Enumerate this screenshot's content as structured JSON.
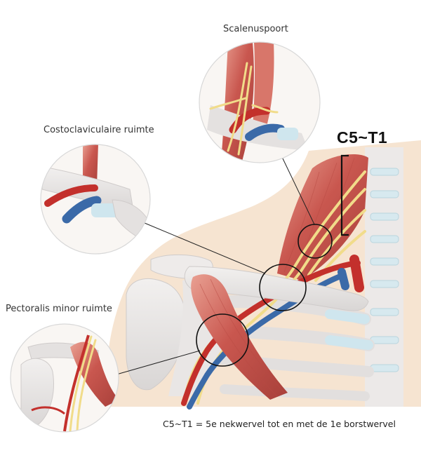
{
  "labels": {
    "scalenus": "Scalenuspoort",
    "costoclavicular": "Costoclaviculaire ruimte",
    "pectoralis": "Pectoralis minor ruimte",
    "vertebra_range": "C5~T1",
    "caption": "C5~T1 = 5e nekwervel tot en met de 1e borstwervel"
  },
  "colors": {
    "muscle": "#c9574f",
    "muscle_light": "#e8a79b",
    "bone": "#e7e4e3",
    "nerve": "#f1dc8a",
    "artery": "#c3302c",
    "vein": "#3b6aa8",
    "cartilage": "#cfe6ee",
    "skin": "#f6e4d1"
  }
}
